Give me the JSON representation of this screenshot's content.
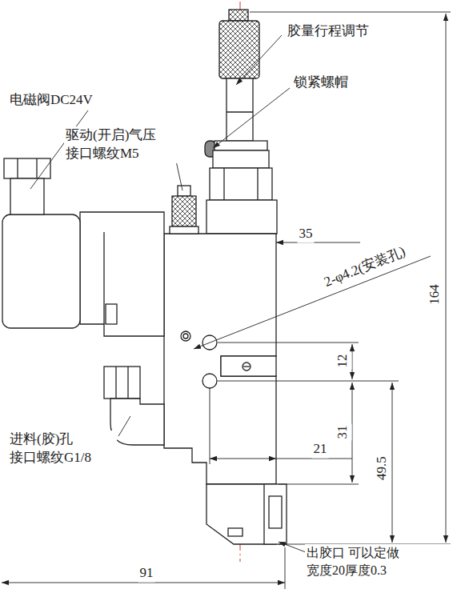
{
  "diagram": {
    "labels": [
      "胶量行程调节",
      "锁紧螺帽",
      "电磁阀DC24V",
      "驱动(开启)气压 接口螺纹M5",
      "35",
      "2-φ4.2(安装孔)",
      "164",
      "12",
      "31",
      "21",
      "49.5",
      "进料(胶)孔 接口螺纹G1/8",
      "出胶口 可以定做 宽度20厚度0.3",
      "91"
    ]
  }
}
